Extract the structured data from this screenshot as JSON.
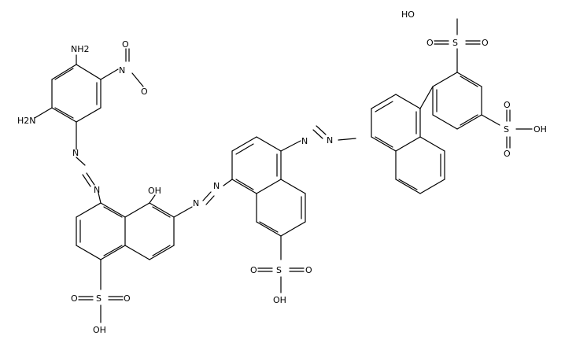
{
  "diagram": {
    "type": "chemical-structure",
    "background": "#ffffff",
    "stroke_color": "#000000",
    "atom_labels": {
      "nh2_top": "NH2",
      "nh2_left": "H2N",
      "nitro_n": "N",
      "nitro_o_minus": "O",
      "nitro_o_top": "O",
      "azo1_n1": "N",
      "azo1_n2": "N",
      "oh": "OH",
      "azo2_n1": "N",
      "azo2_n2": "N",
      "azo3_n1": "N",
      "azo3_n2": "N",
      "so3h_a_s": "S",
      "so3h_a_o1": "O",
      "so3h_a_o2": "O",
      "so3h_a_oh": "OH",
      "so3h_b_s": "S",
      "so3h_b_o1": "O",
      "so3h_b_o2": "O",
      "so3h_b_oh": "OH",
      "so3h_c_s": "S",
      "so3h_c_o1": "O",
      "so3h_c_o2": "O",
      "so3h_c_oh": "HO",
      "so3h_d_s": "S",
      "so3h_d_o1": "O",
      "so3h_d_o2": "O",
      "so3h_d_oh": "OH"
    }
  }
}
